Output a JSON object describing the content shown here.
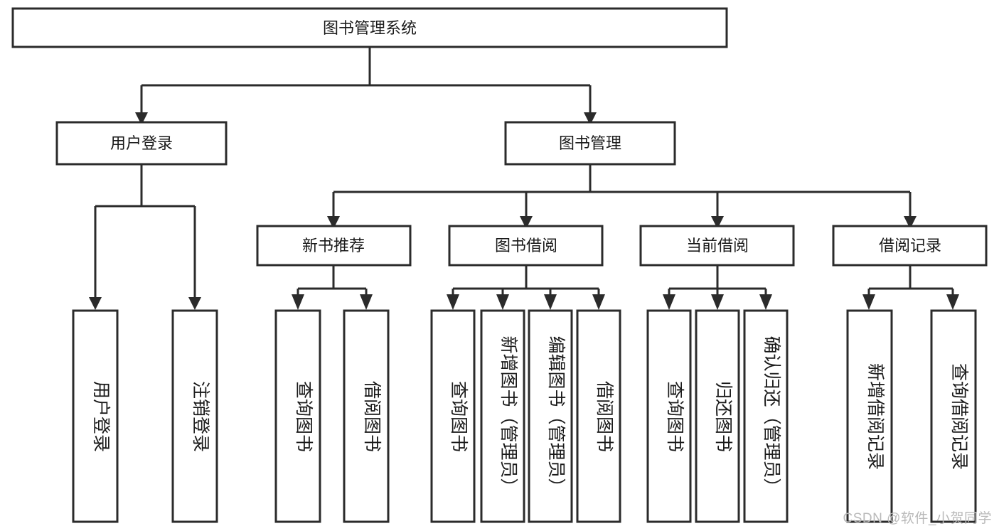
{
  "diagram": {
    "type": "hierarchy-tree",
    "title": "图书管理系统",
    "background_color": "#ffffff",
    "box_stroke_color": "#2b2b2b",
    "box_fill_color": "#ffffff",
    "text_color": "#1a1a1a",
    "root": {
      "label": "图书管理系统"
    },
    "level2": [
      {
        "label": "用户登录"
      },
      {
        "label": "图书管理"
      }
    ],
    "level3": [
      {
        "label": "新书推荐"
      },
      {
        "label": "图书借阅"
      },
      {
        "label": "当前借阅"
      },
      {
        "label": "借阅记录"
      }
    ],
    "leaves": {
      "user_login": [
        {
          "label": "用户登录"
        },
        {
          "label": "注销登录"
        }
      ],
      "new_book_recommend": [
        {
          "label": "查询图书"
        },
        {
          "label": "借阅图书"
        }
      ],
      "book_borrow": [
        {
          "label": "查询图书"
        },
        {
          "label": "新增图书（管理员）"
        },
        {
          "label": "编辑图书（管理员）"
        },
        {
          "label": "借阅图书"
        }
      ],
      "current_borrow": [
        {
          "label": "查询图书"
        },
        {
          "label": "归还图书"
        },
        {
          "label": "确认归还（管理员）"
        }
      ],
      "borrow_record": [
        {
          "label": "新增借阅记录"
        },
        {
          "label": "查询借阅记录"
        }
      ]
    }
  },
  "watermark": {
    "text": "CSDN @软件_小贺同学",
    "color": "#b9b9b9"
  }
}
